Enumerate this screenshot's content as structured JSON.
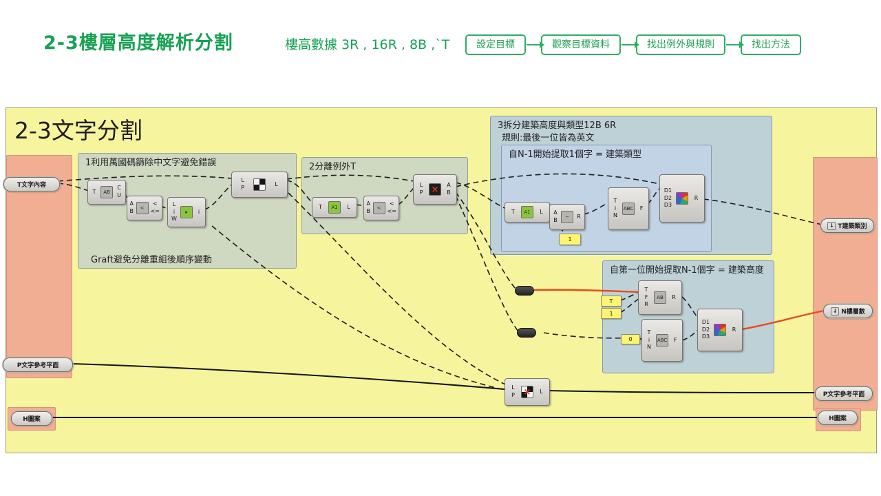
{
  "header": {
    "title": "2-3樓層高度解析分割",
    "subtitle": "樓高數據 3R , 16R , 8B ,`T",
    "steps": [
      {
        "label": "設定目標"
      },
      {
        "label": "觀察目標資料"
      },
      {
        "label": "找出例外與規則"
      },
      {
        "label": "找出方法"
      }
    ]
  },
  "icons": {
    "arrow_down": "↓",
    "red_x": "×"
  },
  "canvas": {
    "title": "2-3文字分割",
    "groups": {
      "g1": {
        "title": "1利用萬國碼篩除中文字避免錯誤",
        "caption": "Graft避免分離重組後順序變動"
      },
      "g2": {
        "title": "2分離例外T"
      },
      "g3": {
        "title": "3拆分建築高度與類型12B 6R",
        "subtitle": "規則:最後一位皆為英文"
      },
      "g3a": {
        "title": "自N-1開始提取1個字 = 建築類型"
      },
      "g4": {
        "title": "自第一位開始提取N-1個字 = 建築高度"
      }
    },
    "params": {
      "t_in": {
        "label": "T文字內容"
      },
      "p_in": {
        "label": "P文字參考平面"
      },
      "h_in": {
        "label": "H圖案"
      },
      "t_out": {
        "label": "T建築類別"
      },
      "n_out": {
        "label": "N樓層數"
      },
      "p_out": {
        "label": "P文字參考平面"
      },
      "h_out": {
        "label": "H圖案"
      }
    },
    "values": {
      "v1": "1",
      "vT": "T",
      "v1b": "1",
      "v0": "0"
    },
    "components": {
      "c1": {
        "in": "T",
        "icon_text": "AB",
        "out": "C\nU"
      },
      "c2": {
        "in": "A\nB",
        "icon_text": "<",
        "out": "<\n<="
      },
      "c3": {
        "in": "L\ni\nW",
        "icon_text": "▸",
        "out": "i"
      },
      "c4": {
        "in": "L\nP",
        "icon_text": "",
        "out": "L"
      },
      "c5": {
        "in": "T",
        "icon_text": "A1",
        "out": "L"
      },
      "c6": {
        "in": "A\nB",
        "icon_text": "<",
        "out": "<\n<="
      },
      "c7": {
        "in": "L\nP",
        "icon_text": "",
        "out": "A\nB"
      },
      "c8": {
        "in": "T",
        "icon_text": "A1",
        "out": "L"
      },
      "c9": {
        "in": "A\nB",
        "icon_text": "−",
        "out": "R"
      },
      "c10": {
        "in": "T\ni\nN",
        "icon_text": "ABC",
        "out": "F"
      },
      "c11": {
        "in": "D1\nD2\nD3",
        "icon_text": "",
        "out": "R"
      },
      "c12": {
        "in": "T\nF\nR",
        "icon_text": "AB",
        "out": "R"
      },
      "c13": {
        "in": "T\ni\nN",
        "icon_text": "ABC",
        "out": "F"
      },
      "c14": {
        "in": "D1\nD2\nD3",
        "icon_text": "",
        "out": "R"
      },
      "c15": {
        "in": "L\nP",
        "icon_text": "",
        "out": "L"
      }
    }
  }
}
